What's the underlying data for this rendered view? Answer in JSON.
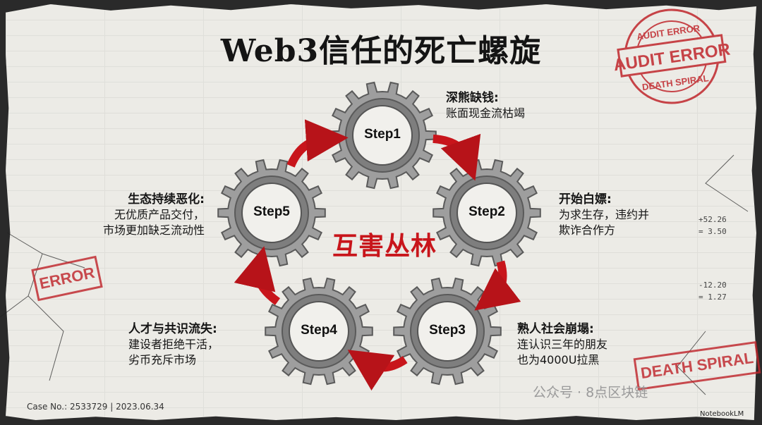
{
  "title": "Web3信任的死亡螺旋",
  "center_label": "互害丛林",
  "steps": [
    {
      "label": "Step1",
      "heading": "深熊缺钱:",
      "lines": [
        "账面现金流枯竭"
      ]
    },
    {
      "label": "Step2",
      "heading": "开始白嫖:",
      "lines": [
        "为求生存，违约并",
        "欺诈合作方"
      ]
    },
    {
      "label": "Step3",
      "heading": "熟人社会崩塌:",
      "lines": [
        "连认识三年的朋友",
        "也为4000U拉黑"
      ]
    },
    {
      "label": "Step4",
      "heading": "人才与共识流失:",
      "lines": [
        "建设者拒绝干活，",
        "劣币充斥市场"
      ]
    },
    {
      "label": "Step5",
      "heading": "生态持续恶化:",
      "lines": [
        "无优质产品交付，",
        "市场更加缺乏流动性"
      ]
    }
  ],
  "stamps": {
    "audit_ring_top": "AUDIT ERROR",
    "audit_center": "AUDIT ERROR",
    "audit_ring_bottom": "DEATH SPIRAL",
    "error": "ERROR",
    "death_spiral": "DEATH SPIRAL"
  },
  "ledger": [
    "+52.26",
    "= 3.50",
    "-12.20",
    "= 1.27"
  ],
  "case_no": "Case No.: 2533729  |  2023.06.34",
  "watermark": "公众号 · 8点区块链",
  "brand": "NotebookLM",
  "colors": {
    "accent_red": "#c8151b",
    "gear_gray": "#9e9e9e",
    "gear_dark": "#5a5a5a",
    "paper": "#ecebe6"
  }
}
